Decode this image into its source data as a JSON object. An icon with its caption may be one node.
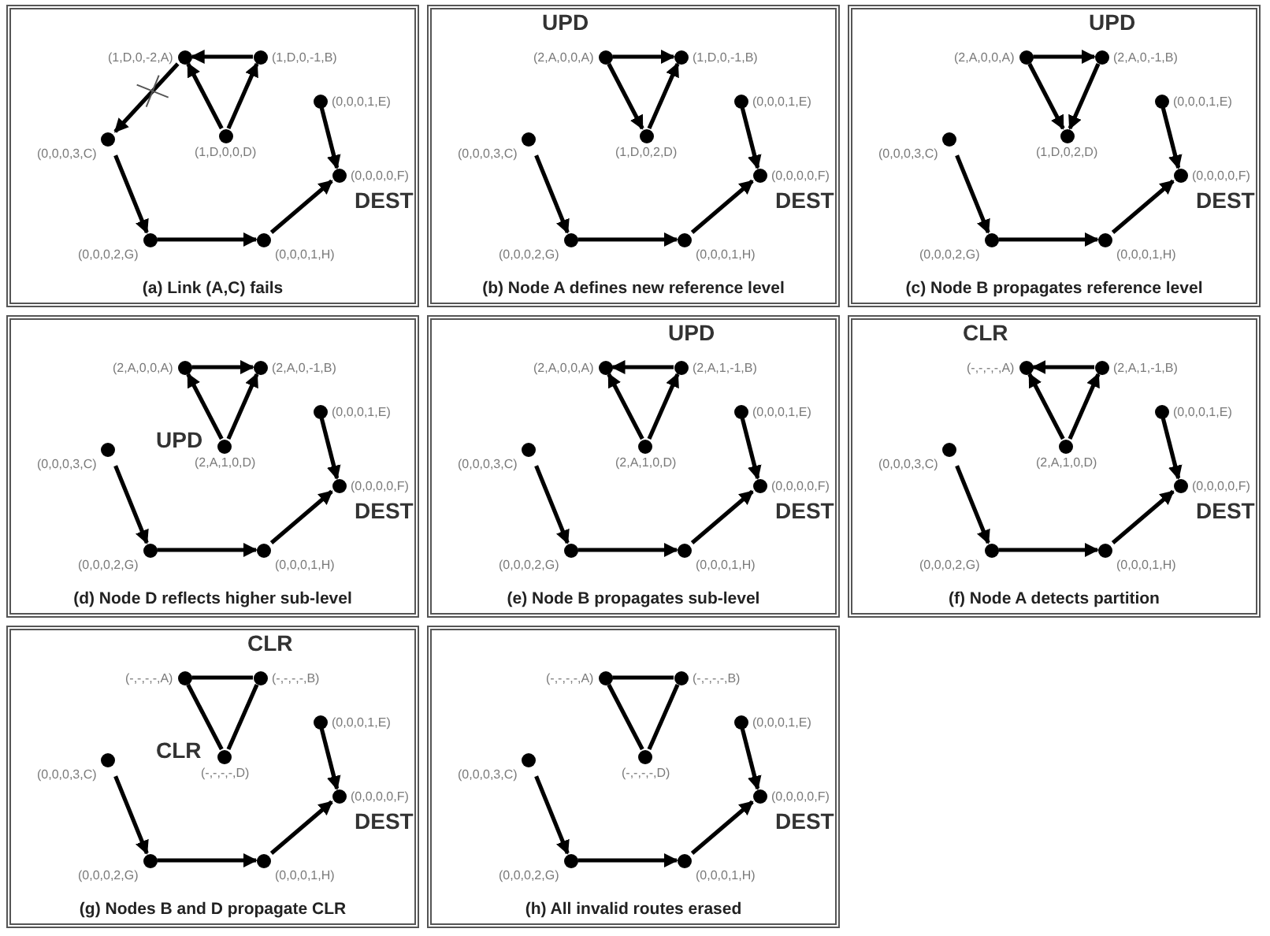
{
  "diagram": {
    "nodes": [
      {
        "text": [
          "(a) Link (A,C) fails"
        ]
      },
      {
        "text": [
          "(1,D,0,-2,A)"
        ],
        "in": 0
      },
      {
        "text": [
          "(1,D,0,-1,B)"
        ],
        "in": 0
      },
      {
        "text": [
          "(0,0,0,3,C)"
        ],
        "in": 0
      },
      {
        "text": [
          "(1,D,0,0,D)"
        ],
        "in": 0
      },
      {
        "text": [
          "(0,0,0,1,E)"
        ],
        "in": 0
      },
      {
        "text": [
          "(0,0,0,0,F)"
        ],
        "in": 0,
        "beside": [
          "DEST"
        ]
      },
      {
        "text": [
          "(0,0,0,2,G)"
        ],
        "in": 0
      },
      {
        "text": [
          "(0,0,0,1,H)"
        ],
        "in": 0
      },
      {
        "text": [
          "(b) Node A defines new reference level"
        ]
      },
      {
        "text": [
          "(2,A,0,0,A)"
        ],
        "in": 9,
        "beside": [
          "UPD"
        ]
      },
      {
        "text": [
          "(1,D,0,-1,B)"
        ],
        "in": 9
      },
      {
        "text": [
          "(0,0,0,3,C)"
        ],
        "in": 9
      },
      {
        "text": [
          "(1,D,0,2,D)"
        ],
        "in": 9
      },
      {
        "text": [
          "(0,0,0,1,E)"
        ],
        "in": 9
      },
      {
        "text": [
          "(0,0,0,0,F)"
        ],
        "in": 9,
        "beside": [
          "DEST"
        ]
      },
      {
        "text": [
          "(0,0,0,2,G)"
        ],
        "in": 9
      },
      {
        "text": [
          "(0,0,0,1,H)"
        ],
        "in": 9
      },
      {
        "text": [
          "(c) Node B propagates reference level"
        ]
      },
      {
        "text": [
          "(2,A,0,0,A)"
        ],
        "in": 18
      },
      {
        "text": [
          "(2,A,0,-1,B)"
        ],
        "in": 18,
        "beside": [
          "UPD"
        ]
      },
      {
        "text": [
          "(0,0,0,3,C)"
        ],
        "in": 18
      },
      {
        "text": [
          "(1,D,0,2,D)"
        ],
        "in": 18
      },
      {
        "text": [
          "(0,0,0,1,E)"
        ],
        "in": 18
      },
      {
        "text": [
          "(0,0,0,0,F)"
        ],
        "in": 18,
        "beside": [
          "DEST"
        ]
      },
      {
        "text": [
          "(0,0,0,2,G)"
        ],
        "in": 18
      },
      {
        "text": [
          "(0,0,0,1,H)"
        ],
        "in": 18
      },
      {
        "text": [
          "(d) Node D reflects higher sub-level"
        ]
      },
      {
        "text": [
          "(2,A,0,0,A)"
        ],
        "in": 27
      },
      {
        "text": [
          "(2,A,0,-1,B)"
        ],
        "in": 27
      },
      {
        "text": [
          "(0,0,0,3,C)"
        ],
        "in": 27
      },
      {
        "text": [
          "(2,A,1,0,D)"
        ],
        "in": 27,
        "beside": [
          "UPD"
        ]
      },
      {
        "text": [
          "(0,0,0,1,E)"
        ],
        "in": 27
      },
      {
        "text": [
          "(0,0,0,0,F)"
        ],
        "in": 27,
        "beside": [
          "DEST"
        ]
      },
      {
        "text": [
          "(0,0,0,2,G)"
        ],
        "in": 27
      },
      {
        "text": [
          "(0,0,0,1,H)"
        ],
        "in": 27
      },
      {
        "text": [
          "(e) Node B propagates sub-level"
        ]
      },
      {
        "text": [
          "(2,A,0,0,A)"
        ],
        "in": 36
      },
      {
        "text": [
          "(2,A,1,-1,B)"
        ],
        "in": 36,
        "beside": [
          "UPD"
        ]
      },
      {
        "text": [
          "(0,0,0,3,C)"
        ],
        "in": 36
      },
      {
        "text": [
          "(2,A,1,0,D)"
        ],
        "in": 36
      },
      {
        "text": [
          "(0,0,0,1,E)"
        ],
        "in": 36
      },
      {
        "text": [
          "(0,0,0,0,F)"
        ],
        "in": 36,
        "beside": [
          "DEST"
        ]
      },
      {
        "text": [
          "(0,0,0,2,G)"
        ],
        "in": 36
      },
      {
        "text": [
          "(0,0,0,1,H)"
        ],
        "in": 36
      },
      {
        "text": [
          "(f) Node A detects partition"
        ]
      },
      {
        "text": [
          "(-,-,-,-,A)"
        ],
        "in": 45,
        "beside": [
          "CLR"
        ]
      },
      {
        "text": [
          "(2,A,1,-1,B)"
        ],
        "in": 45
      },
      {
        "text": [
          "(0,0,0,3,C)"
        ],
        "in": 45
      },
      {
        "text": [
          "(2,A,1,0,D)"
        ],
        "in": 45
      },
      {
        "text": [
          "(0,0,0,1,E)"
        ],
        "in": 45
      },
      {
        "text": [
          "(0,0,0,0,F)"
        ],
        "in": 45,
        "beside": [
          "DEST"
        ]
      },
      {
        "text": [
          "(0,0,0,2,G)"
        ],
        "in": 45
      },
      {
        "text": [
          "(0,0,0,1,H)"
        ],
        "in": 45
      },
      {
        "text": [
          "(g) Nodes B and D propagate CLR"
        ]
      },
      {
        "text": [
          "(-,-,-,-,A)"
        ],
        "in": 54
      },
      {
        "text": [
          "(-,-,-,-,B)"
        ],
        "in": 54,
        "beside": [
          "CLR"
        ]
      },
      {
        "text": [
          "(0,0,0,3,C)"
        ],
        "in": 54
      },
      {
        "text": [
          "(-,-,-,-,D)"
        ],
        "in": 54,
        "beside": [
          "CLR"
        ]
      },
      {
        "text": [
          "(0,0,0,1,E)"
        ],
        "in": 54
      },
      {
        "text": [
          "(0,0,0,0,F)"
        ],
        "in": 54,
        "beside": [
          "DEST"
        ]
      },
      {
        "text": [
          "(0,0,0,2,G)"
        ],
        "in": 54
      },
      {
        "text": [
          "(0,0,0,1,H)"
        ],
        "in": 54
      },
      {
        "text": [
          "(h) All invalid routes erased"
        ]
      },
      {
        "text": [
          "(-,-,-,-,A)"
        ],
        "in": 63
      },
      {
        "text": [
          "(-,-,-,-,B)"
        ],
        "in": 63
      },
      {
        "text": [
          "(0,0,0,3,C)"
        ],
        "in": 63
      },
      {
        "text": [
          "(-,-,-,-,D)"
        ],
        "in": 63
      },
      {
        "text": [
          "(0,0,0,1,E)"
        ],
        "in": 63
      },
      {
        "text": [
          "(0,0,0,0,F)"
        ],
        "in": 63,
        "beside": [
          "DEST"
        ]
      },
      {
        "text": [
          "(0,0,0,2,G)"
        ],
        "in": 63
      },
      {
        "text": [
          "(0,0,0,1,H)"
        ],
        "in": 63
      }
    ],
    "edges": [
      {
        "from": 1,
        "to": 3,
        "arrow": "to"
      },
      {
        "from": 2,
        "to": 1,
        "arrow": "to"
      },
      {
        "from": 4,
        "to": 1,
        "arrow": "to"
      },
      {
        "from": 4,
        "to": 2,
        "arrow": "to"
      },
      {
        "from": 3,
        "to": 7,
        "arrow": "to"
      },
      {
        "from": 7,
        "to": 8,
        "arrow": "to"
      },
      {
        "from": 8,
        "to": 6,
        "arrow": "to"
      },
      {
        "from": 5,
        "to": 6,
        "arrow": "to"
      },
      {
        "from": 10,
        "to": 11,
        "arrow": "to"
      },
      {
        "from": 10,
        "to": 13,
        "arrow": "to"
      },
      {
        "from": 13,
        "to": 11,
        "arrow": "to"
      },
      {
        "from": 12,
        "to": 16,
        "arrow": "to"
      },
      {
        "from": 16,
        "to": 17,
        "arrow": "to"
      },
      {
        "from": 17,
        "to": 15,
        "arrow": "to"
      },
      {
        "from": 14,
        "to": 15,
        "arrow": "to"
      },
      {
        "from": 19,
        "to": 20,
        "arrow": "to"
      },
      {
        "from": 19,
        "to": 22,
        "arrow": "to"
      },
      {
        "from": 20,
        "to": 22,
        "arrow": "to"
      },
      {
        "from": 21,
        "to": 25,
        "arrow": "to"
      },
      {
        "from": 25,
        "to": 26,
        "arrow": "to"
      },
      {
        "from": 26,
        "to": 24,
        "arrow": "to"
      },
      {
        "from": 23,
        "to": 24,
        "arrow": "to"
      },
      {
        "from": 28,
        "to": 29,
        "arrow": "to"
      },
      {
        "from": 31,
        "to": 28,
        "arrow": "to"
      },
      {
        "from": 31,
        "to": 29,
        "arrow": "to"
      },
      {
        "from": 30,
        "to": 34,
        "arrow": "to"
      },
      {
        "from": 34,
        "to": 35,
        "arrow": "to"
      },
      {
        "from": 35,
        "to": 33,
        "arrow": "to"
      },
      {
        "from": 32,
        "to": 33,
        "arrow": "to"
      },
      {
        "from": 38,
        "to": 37,
        "arrow": "to"
      },
      {
        "from": 40,
        "to": 37,
        "arrow": "to"
      },
      {
        "from": 40,
        "to": 38,
        "arrow": "to"
      },
      {
        "from": 39,
        "to": 43,
        "arrow": "to"
      },
      {
        "from": 43,
        "to": 44,
        "arrow": "to"
      },
      {
        "from": 44,
        "to": 42,
        "arrow": "to"
      },
      {
        "from": 41,
        "to": 42,
        "arrow": "to"
      },
      {
        "from": 47,
        "to": 46,
        "arrow": "to"
      },
      {
        "from": 49,
        "to": 46,
        "arrow": "to"
      },
      {
        "from": 49,
        "to": 47,
        "arrow": "to"
      },
      {
        "from": 48,
        "to": 52,
        "arrow": "to"
      },
      {
        "from": 52,
        "to": 53,
        "arrow": "to"
      },
      {
        "from": 53,
        "to": 51,
        "arrow": "to"
      },
      {
        "from": 50,
        "to": 51,
        "arrow": "to"
      },
      {
        "from": 55,
        "to": 56,
        "arrow": "none"
      },
      {
        "from": 55,
        "to": 58,
        "arrow": "none"
      },
      {
        "from": 56,
        "to": 58,
        "arrow": "none"
      },
      {
        "from": 57,
        "to": 61,
        "arrow": "to"
      },
      {
        "from": 61,
        "to": 62,
        "arrow": "to"
      },
      {
        "from": 62,
        "to": 60,
        "arrow": "to"
      },
      {
        "from": 59,
        "to": 60,
        "arrow": "to"
      },
      {
        "from": 64,
        "to": 65,
        "arrow": "none"
      },
      {
        "from": 64,
        "to": 67,
        "arrow": "none"
      },
      {
        "from": 65,
        "to": 67,
        "arrow": "none"
      },
      {
        "from": 66,
        "to": 70,
        "arrow": "to"
      },
      {
        "from": 70,
        "to": 71,
        "arrow": "to"
      },
      {
        "from": 71,
        "to": 69,
        "arrow": "to"
      },
      {
        "from": 68,
        "to": 69,
        "arrow": "to"
      }
    ]
  }
}
